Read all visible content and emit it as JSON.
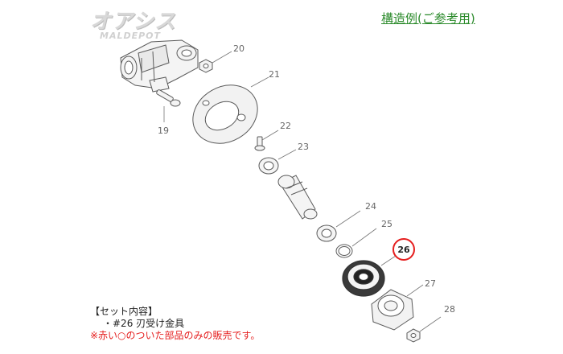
{
  "logo": {
    "main": "オアシス",
    "sub": "MALDEPOT"
  },
  "title": "構造例(ご参考用)",
  "callouts": [
    "19",
    "20",
    "21",
    "22",
    "23",
    "24",
    "25",
    "26",
    "27",
    "28"
  ],
  "notes": {
    "heading": "【セット内容】",
    "item": "・#26 刃受け金具",
    "warning": "※赤い○のついた部品のみの販売です。"
  },
  "colors": {
    "highlight": "#e51e1e",
    "title": "#2a8a2a",
    "line": "#777777"
  }
}
